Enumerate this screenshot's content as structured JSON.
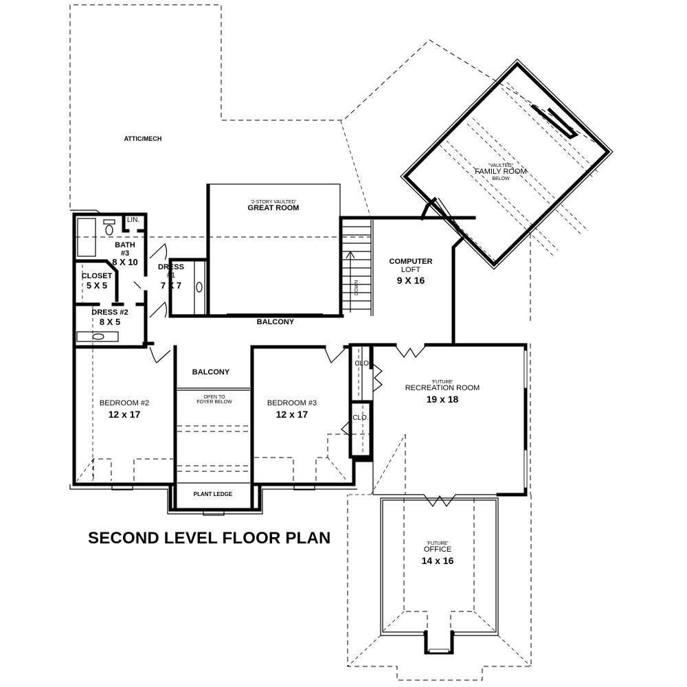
{
  "title": "SECOND LEVEL FLOOR PLAN",
  "rooms": {
    "attic": {
      "name": "ATTIC/MECH"
    },
    "great_room": {
      "note": "'2-STORY VAULTED'",
      "name": "GREAT ROOM"
    },
    "family_room": {
      "note": "\"VAULTED\"",
      "name": "FAMILY ROOM",
      "sub": "BELOW"
    },
    "bath3": {
      "name": "BATH",
      "num": "#3",
      "dim": "8 X 10"
    },
    "lin": {
      "name": "LIN."
    },
    "closet": {
      "name": "CLOSET",
      "dim": "5 X 5"
    },
    "dress1": {
      "name": "DRESS",
      "num": "#1",
      "dim": "7 X 7"
    },
    "dress2": {
      "name": "DRESS #2",
      "dim": "8 X 5"
    },
    "computer_loft": {
      "name": "COMPUTER",
      "name2": "LOFT",
      "dim": "9 X 16"
    },
    "balcony_upper": {
      "name": "BALCONY"
    },
    "balcony_lower": {
      "name": "BALCONY"
    },
    "open_foyer": {
      "line1": "OPEN TO",
      "line2": "FOYER BELOW"
    },
    "plant_ledge": {
      "name": "PLANT LEDGE"
    },
    "bedroom2": {
      "name": "BEDROOM #2",
      "dim": "12 x 17"
    },
    "bedroom3": {
      "name": "BEDROOM #3",
      "dim": "12 x 17"
    },
    "clo1": {
      "name": "CLO."
    },
    "clo2": {
      "name": "CLO."
    },
    "recreation": {
      "note": "'FUTURE'",
      "name": "RECREATION ROOM",
      "dim": "19 x 18"
    },
    "office": {
      "note": "'FUTURE'",
      "name": "OFFICE",
      "dim": "14 x 16"
    },
    "stairs": {
      "label": "DOWN"
    }
  }
}
